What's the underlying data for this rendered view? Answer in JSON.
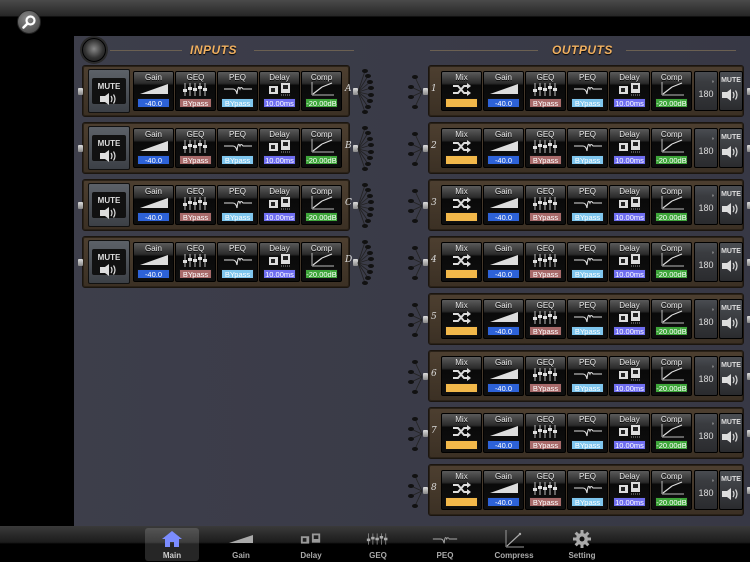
{
  "toolbar": {
    "search_icon": "search-icon"
  },
  "sections": {
    "inputs_title": "INPUTS",
    "outputs_title": "OUTPUTS"
  },
  "inputs": [
    {
      "channel": "A",
      "mute_label": "MUTE",
      "gain_label": "Gain",
      "gain_value": "-40.0",
      "geq_label": "GEQ",
      "geq_value": "BYpass",
      "peq_label": "PEQ",
      "peq_value": "BYpass",
      "delay_label": "Delay",
      "delay_value": "10.00ms",
      "comp_label": "Comp",
      "comp_value": "-20.00dB"
    },
    {
      "channel": "B",
      "mute_label": "MUTE",
      "gain_label": "Gain",
      "gain_value": "-40.0",
      "geq_label": "GEQ",
      "geq_value": "BYpass",
      "peq_label": "PEQ",
      "peq_value": "BYpass",
      "delay_label": "Delay",
      "delay_value": "10.00ms",
      "comp_label": "Comp",
      "comp_value": "-20.00dB"
    },
    {
      "channel": "C",
      "mute_label": "MUTE",
      "gain_label": "Gain",
      "gain_value": "-40.0",
      "geq_label": "GEQ",
      "geq_value": "BYpass",
      "peq_label": "PEQ",
      "peq_value": "BYpass",
      "delay_label": "Delay",
      "delay_value": "10.00ms",
      "comp_label": "Comp",
      "comp_value": "-20.00dB"
    },
    {
      "channel": "D",
      "mute_label": "MUTE",
      "gain_label": "Gain",
      "gain_value": "-40.0",
      "geq_label": "GEQ",
      "geq_value": "BYpass",
      "peq_label": "PEQ",
      "peq_value": "BYpass",
      "delay_label": "Delay",
      "delay_value": "10.00ms",
      "comp_label": "Comp",
      "comp_value": "-20.00dB"
    }
  ],
  "outputs": [
    {
      "channel": "1",
      "mix_label": "Mix",
      "mix_value": "",
      "gain_label": "Gain",
      "gain_value": "-40.0",
      "geq_label": "GEQ",
      "geq_value": "BYpass",
      "peq_label": "PEQ",
      "peq_value": "BYpass",
      "delay_label": "Delay",
      "delay_value": "10.00ms",
      "comp_label": "Comp",
      "comp_value": "-20.00dB",
      "phase_value": "180",
      "phase_unit": "°",
      "mute_label": "MUTE"
    },
    {
      "channel": "2",
      "mix_label": "Mix",
      "mix_value": "",
      "gain_label": "Gain",
      "gain_value": "-40.0",
      "geq_label": "GEQ",
      "geq_value": "BYpass",
      "peq_label": "PEQ",
      "peq_value": "BYpass",
      "delay_label": "Delay",
      "delay_value": "10.00ms",
      "comp_label": "Comp",
      "comp_value": "-20.00dB",
      "phase_value": "180",
      "phase_unit": "°",
      "mute_label": "MUTE"
    },
    {
      "channel": "3",
      "mix_label": "Mix",
      "mix_value": "",
      "gain_label": "Gain",
      "gain_value": "-40.0",
      "geq_label": "GEQ",
      "geq_value": "BYpass",
      "peq_label": "PEQ",
      "peq_value": "BYpass",
      "delay_label": "Delay",
      "delay_value": "10.00ms",
      "comp_label": "Comp",
      "comp_value": "-20.00dB",
      "phase_value": "180",
      "phase_unit": "°",
      "mute_label": "MUTE"
    },
    {
      "channel": "4",
      "mix_label": "Mix",
      "mix_value": "",
      "gain_label": "Gain",
      "gain_value": "-40.0",
      "geq_label": "GEQ",
      "geq_value": "BYpass",
      "peq_label": "PEQ",
      "peq_value": "BYpass",
      "delay_label": "Delay",
      "delay_value": "10.00ms",
      "comp_label": "Comp",
      "comp_value": "-20.00dB",
      "phase_value": "180",
      "phase_unit": "°",
      "mute_label": "MUTE"
    },
    {
      "channel": "5",
      "mix_label": "Mix",
      "mix_value": "",
      "gain_label": "Gain",
      "gain_value": "-40.0",
      "geq_label": "GEQ",
      "geq_value": "BYpass",
      "peq_label": "PEQ",
      "peq_value": "BYpass",
      "delay_label": "Delay",
      "delay_value": "10.00ms",
      "comp_label": "Comp",
      "comp_value": "-20.00dB",
      "phase_value": "180",
      "phase_unit": "°",
      "mute_label": "MUTE"
    },
    {
      "channel": "6",
      "mix_label": "Mix",
      "mix_value": "",
      "gain_label": "Gain",
      "gain_value": "-40.0",
      "geq_label": "GEQ",
      "geq_value": "BYpass",
      "peq_label": "PEQ",
      "peq_value": "BYpass",
      "delay_label": "Delay",
      "delay_value": "10.00ms",
      "comp_label": "Comp",
      "comp_value": "-20.00dB",
      "phase_value": "180",
      "phase_unit": "°",
      "mute_label": "MUTE"
    },
    {
      "channel": "7",
      "mix_label": "Mix",
      "mix_value": "",
      "gain_label": "Gain",
      "gain_value": "-40.0",
      "geq_label": "GEQ",
      "geq_value": "BYpass",
      "peq_label": "PEQ",
      "peq_value": "BYpass",
      "delay_label": "Delay",
      "delay_value": "10.00ms",
      "comp_label": "Comp",
      "comp_value": "-20.00dB",
      "phase_value": "180",
      "phase_unit": "°",
      "mute_label": "MUTE"
    },
    {
      "channel": "8",
      "mix_label": "Mix",
      "mix_value": "",
      "gain_label": "Gain",
      "gain_value": "-40.0",
      "geq_label": "GEQ",
      "geq_value": "BYpass",
      "peq_label": "PEQ",
      "peq_value": "BYpass",
      "delay_label": "Delay",
      "delay_value": "10.00ms",
      "comp_label": "Comp",
      "comp_value": "-20.00dB",
      "phase_value": "180",
      "phase_unit": "°",
      "mute_label": "MUTE"
    }
  ],
  "tabs": [
    {
      "label": "Main",
      "icon": "home-icon",
      "active": true
    },
    {
      "label": "Gain",
      "icon": "gain-ramp-icon",
      "active": false
    },
    {
      "label": "Delay",
      "icon": "delay-speakers-icon",
      "active": false
    },
    {
      "label": "GEQ",
      "icon": "geq-sliders-icon",
      "active": false
    },
    {
      "label": "PEQ",
      "icon": "peq-curve-icon",
      "active": false
    },
    {
      "label": "Compress",
      "icon": "compress-curve-icon",
      "active": false
    },
    {
      "label": "Setting",
      "icon": "gear-icon",
      "active": false
    }
  ],
  "colors": {
    "gain": "#2d62d8",
    "geq": "#a86a6a",
    "peq": "#7fc6ee",
    "delay": "#6f6ef0",
    "comp": "#3ea63a",
    "mix": "#f2b84a",
    "title": "#f0b060",
    "panel": "#393a47"
  }
}
